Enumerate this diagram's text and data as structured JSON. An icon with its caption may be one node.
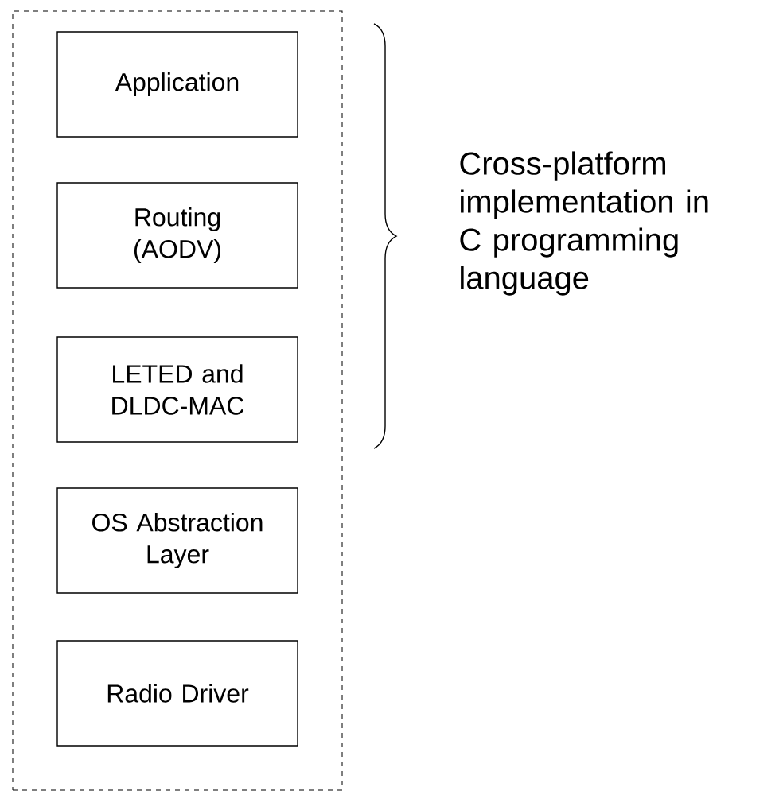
{
  "diagram": {
    "nodes": [
      {
        "text": [],
        "shape": "box"
      },
      {
        "text": [
          "Application"
        ],
        "in": 0
      },
      {
        "text": [
          "Routing (AODV)"
        ],
        "in": 0
      },
      {
        "text": [
          "LETED and DLDC-MAC"
        ],
        "in": 0
      },
      {
        "text": [
          "OS Abstraction Layer"
        ],
        "in": 0
      },
      {
        "text": [
          "Radio Driver"
        ],
        "in": 0
      }
    ],
    "labels": [
      "Cross-platform implementation in C programming language"
    ]
  }
}
